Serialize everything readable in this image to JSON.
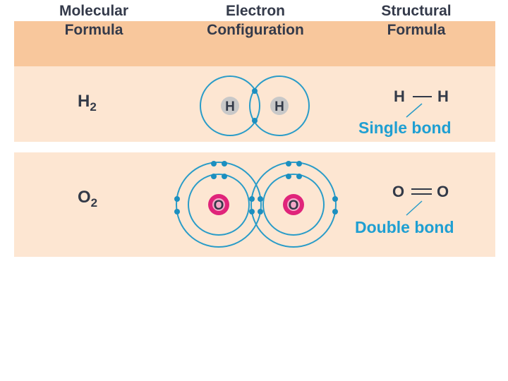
{
  "header": {
    "col1": [
      "Molecular",
      "Formula"
    ],
    "col2": [
      "Electron",
      "Configuration"
    ],
    "col3": [
      "Structural",
      "Formula"
    ]
  },
  "rows": [
    {
      "formula_symbol": "H",
      "formula_subscript": "2",
      "atom1": "H",
      "atom2": "H",
      "struct_left": "H",
      "struct_right": "H",
      "bond_label": "Single bond"
    },
    {
      "formula_symbol": "O",
      "formula_subscript": "2",
      "atom1": "O",
      "atom2": "O",
      "struct_left": "O",
      "struct_right": "O",
      "bond_label": "Double bond"
    }
  ],
  "colors": {
    "header_bg": "#f8c79c",
    "row_bg": "#fde6d2",
    "orbit": "#2a9cc8",
    "electron": "#1b8fc0",
    "hydrogen_nucleus": "#c8c8c8",
    "oxygen_nucleus": "#e0247a",
    "label_blue": "#1f9fd2"
  }
}
